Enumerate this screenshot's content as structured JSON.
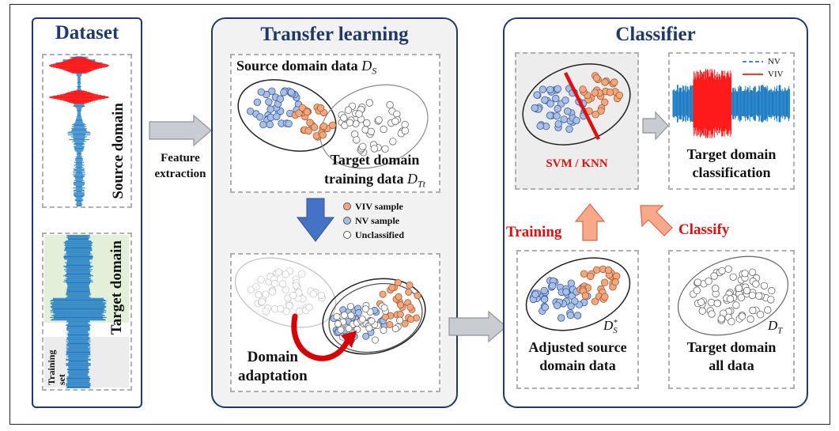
{
  "dataset": {
    "title": "Dataset",
    "source_label": "Source domain",
    "target_label": "Target domain",
    "training_set_label": "Training set"
  },
  "feature_extraction": "Feature extraction",
  "transfer": {
    "title": "Transfer learning",
    "source_data_label": "Source domain data",
    "source_symbol": "D",
    "source_subscript": "S",
    "target_training_line1": "Target domain",
    "target_training_line2": "training data",
    "target_training_subscript": "Tt",
    "legend": [
      {
        "label": "VIV sample",
        "color": "#f4a77c"
      },
      {
        "label": "NV sample",
        "color": "#a8c0e8"
      },
      {
        "label": "Unclassified",
        "color": "#ffffff"
      }
    ],
    "domain_adaptation_line1": "Domain",
    "domain_adaptation_line2": "adaptation"
  },
  "classifier": {
    "title": "Classifier",
    "svm_label": "SVM / KNN",
    "legend_nv": "NV",
    "legend_viv": "VIV",
    "target_classification_line1": "Target domain",
    "target_classification_line2": "classification",
    "training_label": "Training",
    "classify_label": "Classify",
    "adjusted_line1": "Adjusted source",
    "adjusted_line2": "domain data",
    "adjusted_subscript": "S",
    "adjusted_superscript": "*",
    "target_all_line1": "Target domain",
    "target_all_line2": "all data",
    "target_all_subscript": "T"
  },
  "colors": {
    "frame_blue": "#1f3a68",
    "viv_orange": "#f4a77c",
    "nv_blue": "#a8c0e8",
    "signal_blue": "#1f7dc4",
    "signal_red": "#ff1a1a",
    "accent_red": "#e01010",
    "arrow_blue": "#4472c4",
    "arrow_salmon": "#f7a98a",
    "arrow_gray": "#c9ccd2"
  }
}
